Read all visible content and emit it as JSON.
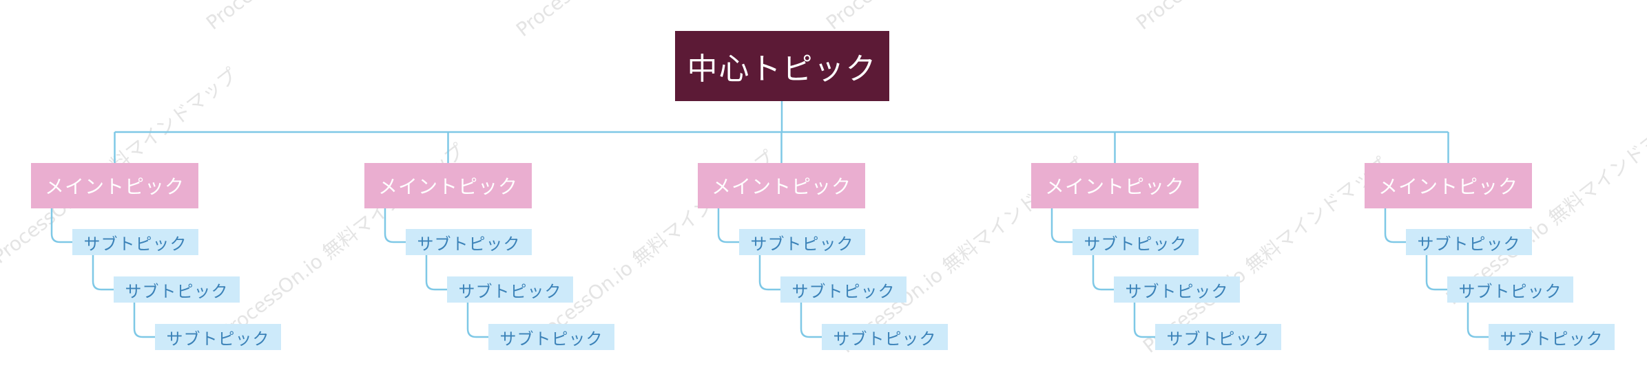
{
  "colors": {
    "background": "#ffffff",
    "center_bg": "#5c1a36",
    "center_text": "#ffffff",
    "main_bg": "#eaaed0",
    "main_text": "#ffffff",
    "sub_bg": "#cdeafa",
    "sub_text": "#3b82b8",
    "connector": "#7ec8e6",
    "watermark": "#e4e4e4"
  },
  "center": {
    "label": "中心トピック"
  },
  "branches": [
    {
      "label": "メイントピック",
      "subtopics": [
        {
          "label": "サブトピック"
        },
        {
          "label": "サブトピック"
        },
        {
          "label": "サブトピック"
        }
      ]
    },
    {
      "label": "メイントピック",
      "subtopics": [
        {
          "label": "サブトピック"
        },
        {
          "label": "サブトピック"
        },
        {
          "label": "サブトピック"
        }
      ]
    },
    {
      "label": "メイントピック",
      "subtopics": [
        {
          "label": "サブトピック"
        },
        {
          "label": "サブトピック"
        },
        {
          "label": "サブトピック"
        }
      ]
    },
    {
      "label": "メイントピック",
      "subtopics": [
        {
          "label": "サブトピック"
        },
        {
          "label": "サブトピック"
        },
        {
          "label": "サブトピック"
        }
      ]
    },
    {
      "label": "メイントピック",
      "subtopics": [
        {
          "label": "サブトピック"
        },
        {
          "label": "サブトピック"
        },
        {
          "label": "サブトピック"
        }
      ]
    }
  ],
  "watermark": {
    "text": "ProcessOn.io 無料マインドマップ"
  }
}
